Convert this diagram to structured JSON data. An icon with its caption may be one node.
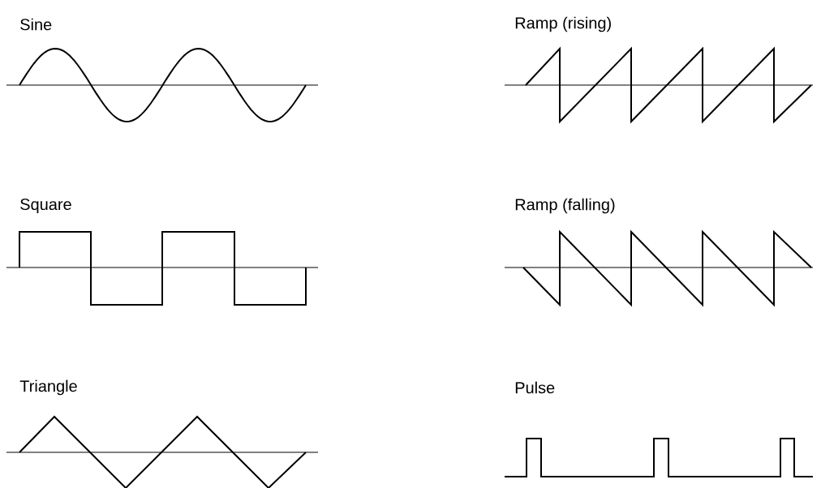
{
  "diagram": {
    "labels": [
      "Sine",
      "Ramp (rising)",
      "Square",
      "Ramp (falling)",
      "Triangle",
      "Pulse"
    ]
  }
}
